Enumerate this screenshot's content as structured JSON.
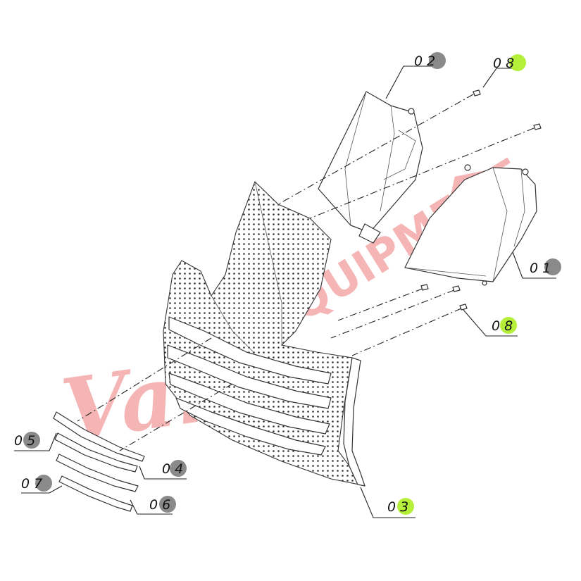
{
  "callouts": [
    {
      "id": "01",
      "label": "01",
      "badge": "#8a8a8a"
    },
    {
      "id": "02",
      "label": "02",
      "badge": "#8a8a8a"
    },
    {
      "id": "03",
      "label": "03",
      "badge": "#b6ef3a"
    },
    {
      "id": "04",
      "label": "04",
      "badge": "#8a8a8a"
    },
    {
      "id": "05",
      "label": "05",
      "badge": "#8a8a8a"
    },
    {
      "id": "06",
      "label": "06",
      "badge": "#8a8a8a"
    },
    {
      "id": "07",
      "label": "07",
      "badge": "#8a8a8a"
    },
    {
      "id": "08a",
      "label": "08",
      "badge": "#b6ef3a"
    },
    {
      "id": "08b",
      "label": "08",
      "badge": "#b6ef3a"
    }
  ],
  "watermark": {
    "script_text": "Varn",
    "block_text": "EQUIPMENT",
    "color": "#e85a5a"
  }
}
